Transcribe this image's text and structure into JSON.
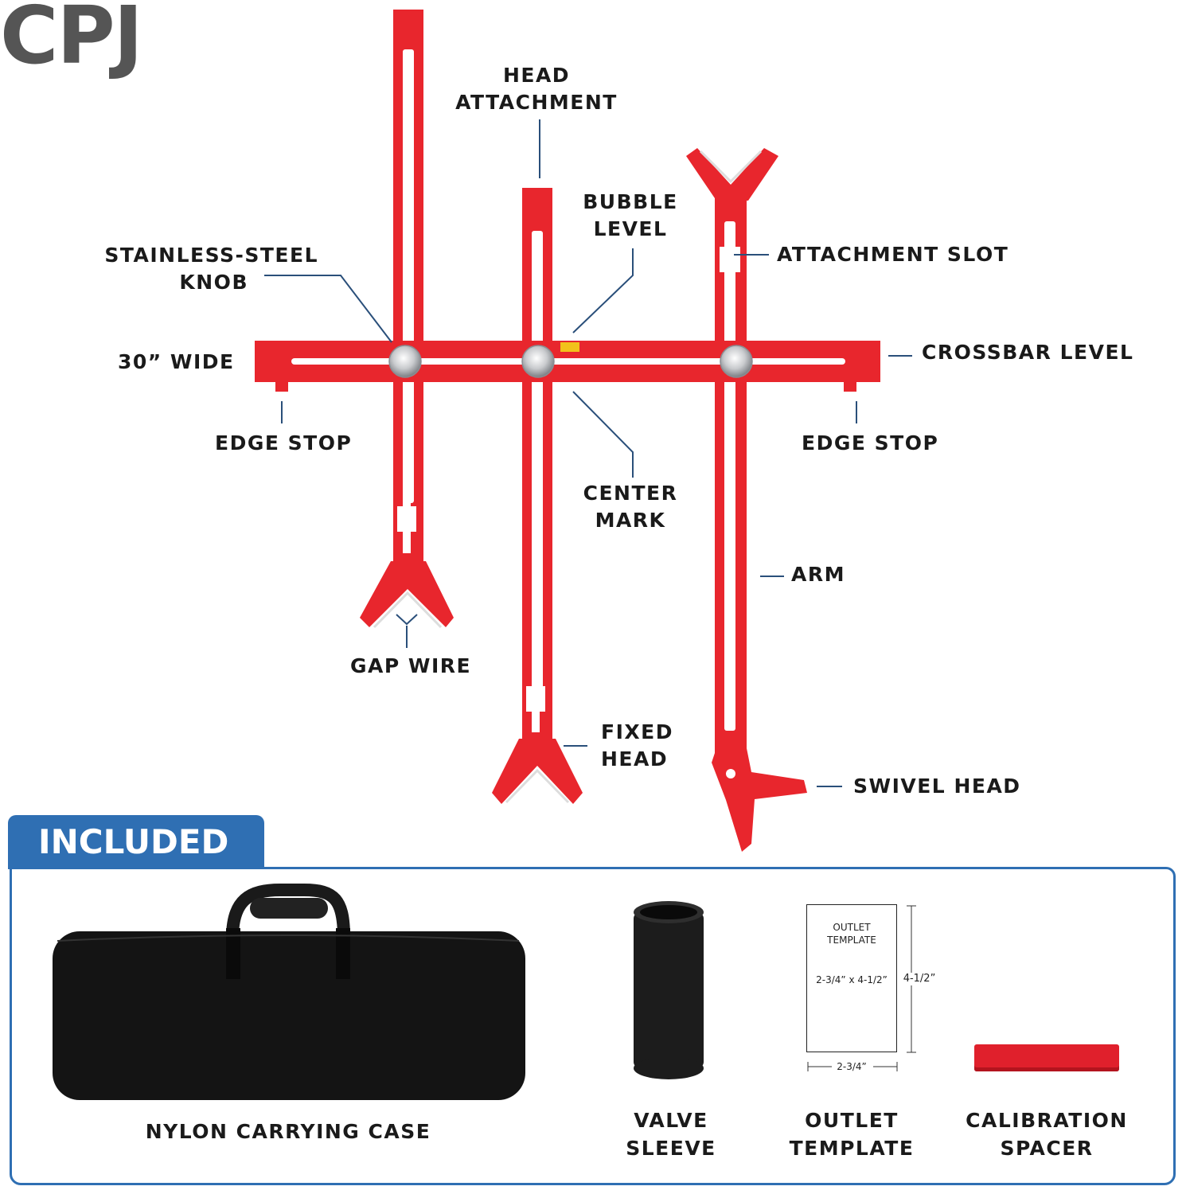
{
  "brand": "CPJ",
  "colors": {
    "tool_red": "#e8262d",
    "accent_blue": "#2f6fb3",
    "leader_line": "#2a4f7a",
    "case_black": "#141414"
  },
  "callouts": {
    "head_attachment": [
      "HEAD",
      "ATTACHMENT"
    ],
    "bubble_level": [
      "BUBBLE",
      "LEVEL"
    ],
    "stainless_knob": [
      "STAINLESS-STEEL",
      "KNOB"
    ],
    "attachment_slot": "ATTACHMENT SLOT",
    "width": "30” WIDE",
    "crossbar_level": "CROSSBAR LEVEL",
    "edge_stop_left": "EDGE STOP",
    "edge_stop_right": "EDGE STOP",
    "center_mark": [
      "CENTER",
      "MARK"
    ],
    "arm": "ARM",
    "gap_wire": "GAP WIRE",
    "fixed_head": [
      "FIXED",
      "HEAD"
    ],
    "swivel_head": "SWIVEL HEAD"
  },
  "included": {
    "heading": "INCLUDED",
    "items": [
      {
        "name": "NYLON CARRYING CASE",
        "icon": "carrying-case"
      },
      {
        "name": [
          "VALVE",
          "SLEEVE"
        ],
        "icon": "valve-sleeve"
      },
      {
        "name": [
          "OUTLET",
          "TEMPLATE"
        ],
        "icon": "outlet-template"
      },
      {
        "name": [
          "CALIBRATION",
          "SPACER"
        ],
        "icon": "calibration-spacer"
      }
    ],
    "template_card": {
      "title": [
        "OUTLET",
        "TEMPLATE"
      ],
      "size": "2-3/4” x 4-1/2”",
      "height_dim": "4-1/2”",
      "width_dim": "2-3/4”"
    }
  }
}
